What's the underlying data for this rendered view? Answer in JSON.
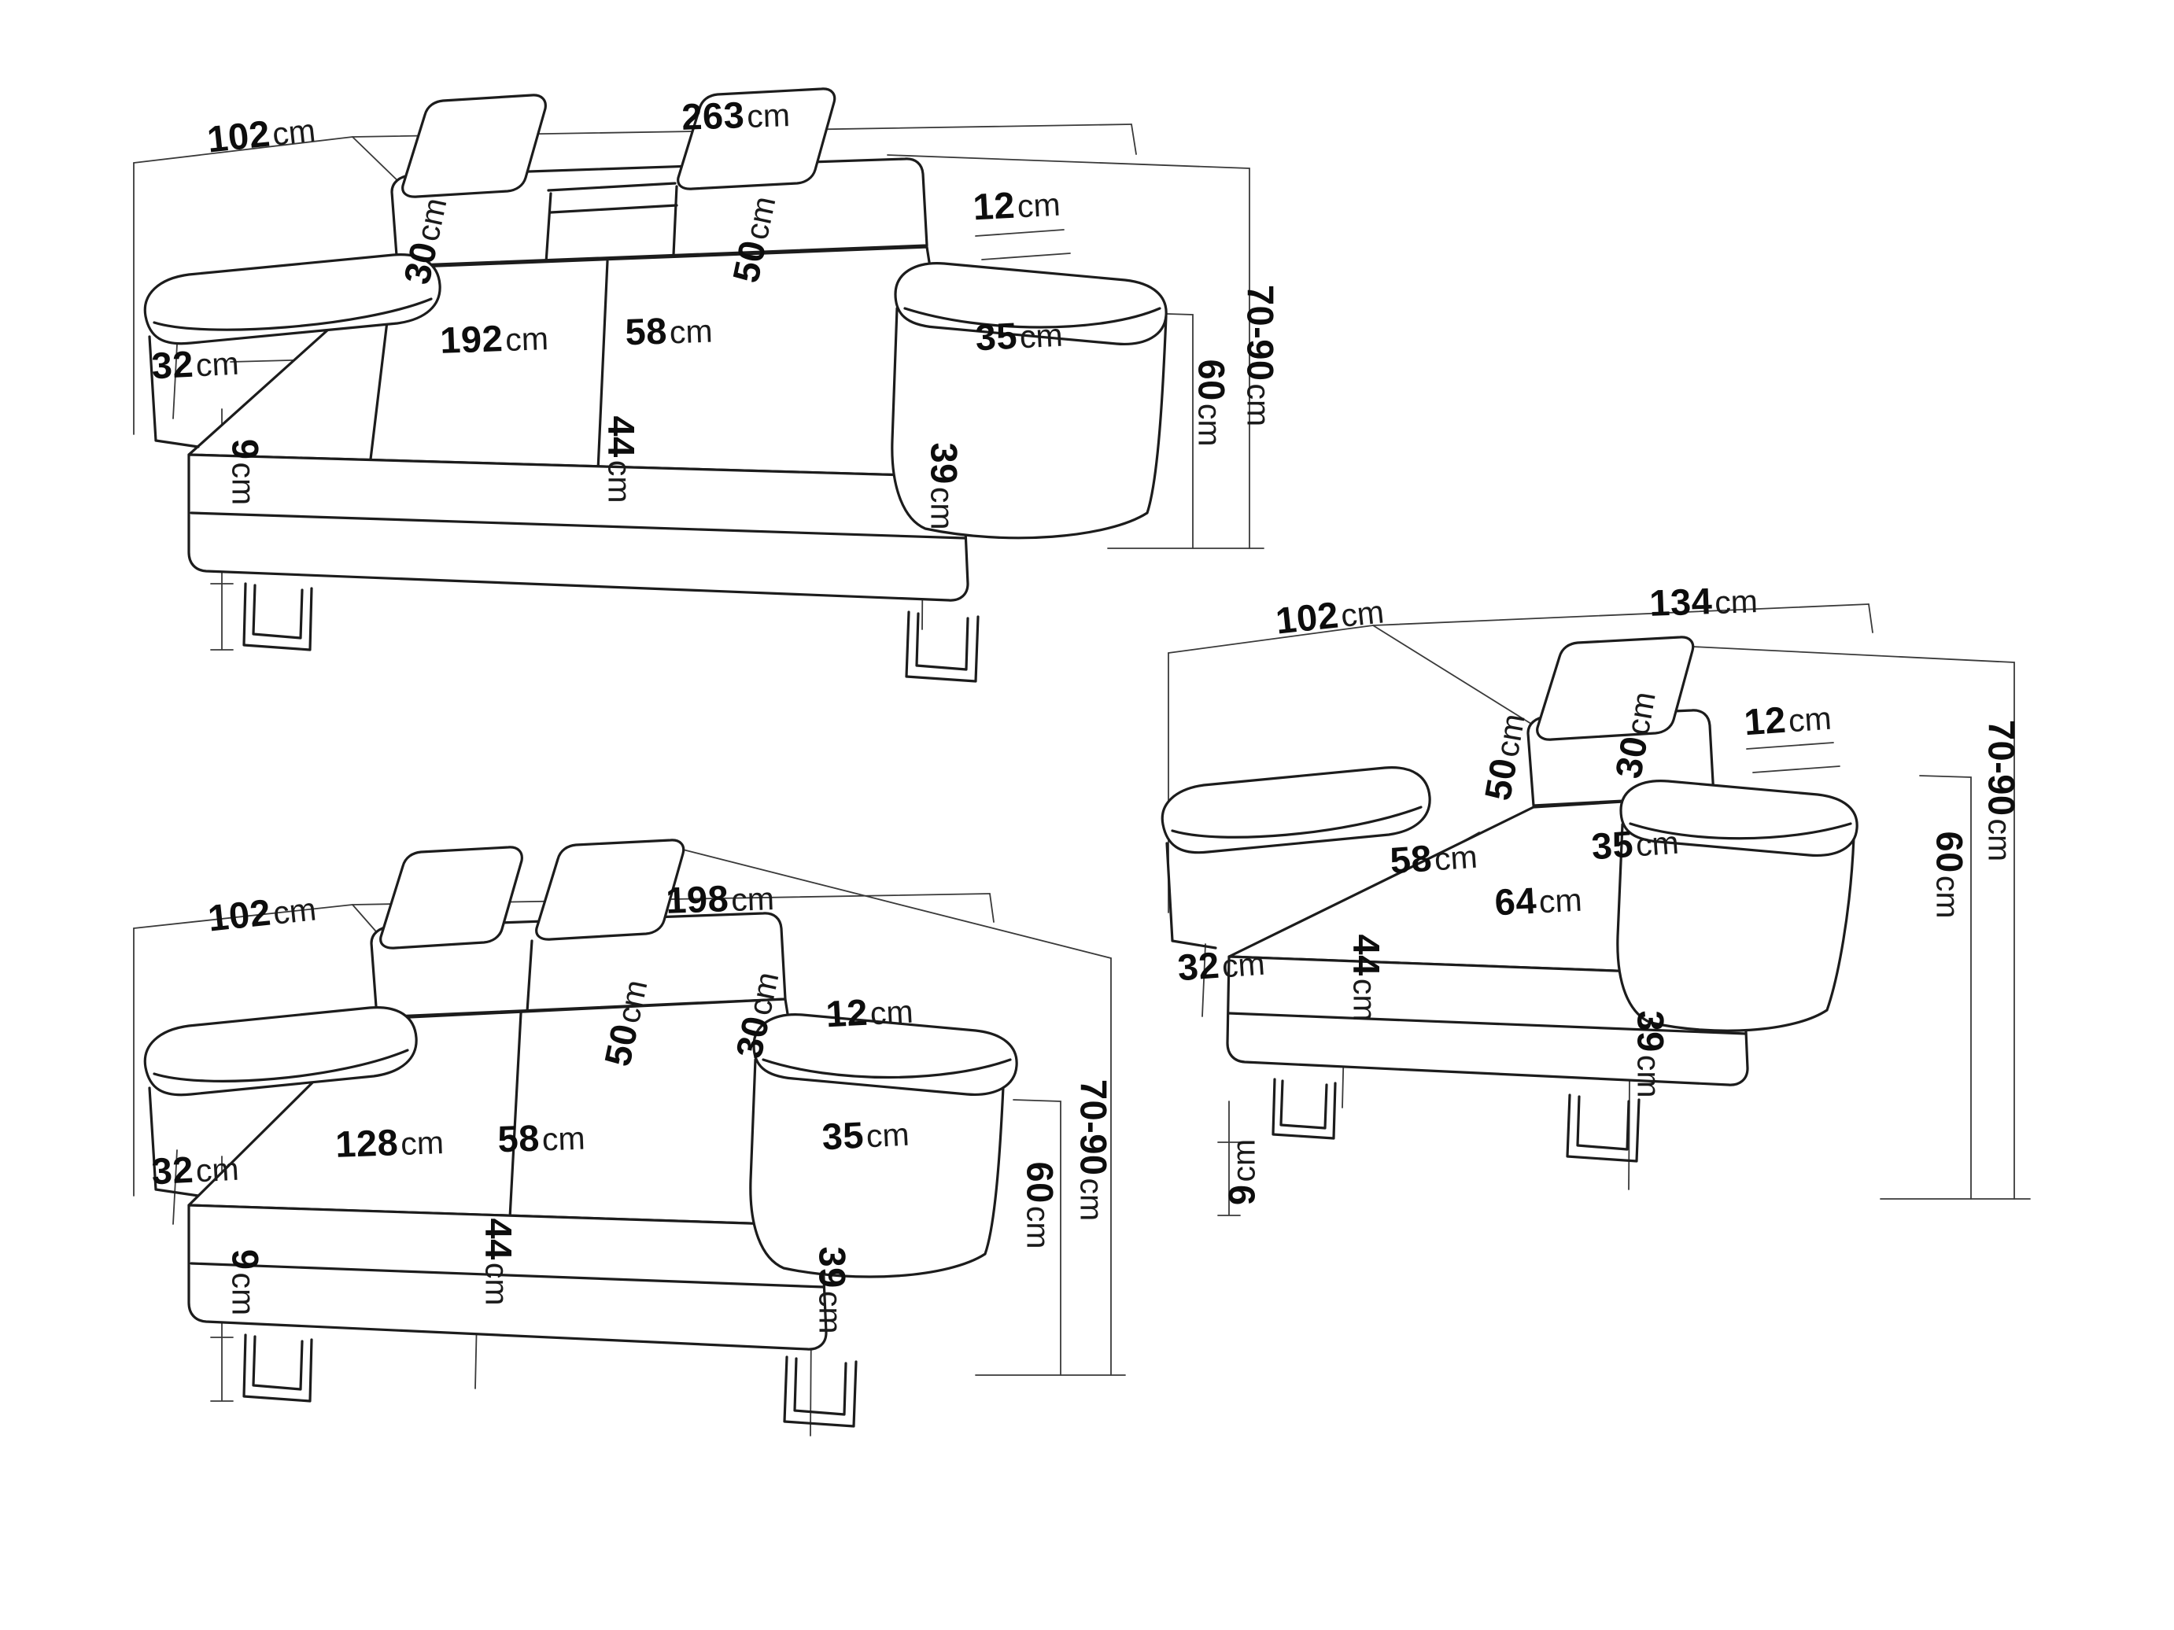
{
  "unit_label": "cm",
  "pieces": [
    {
      "name": "three-seater-sofa",
      "dims": {
        "depth": {
          "value": "102",
          "unit": "cm"
        },
        "width": {
          "value": "263",
          "unit": "cm"
        },
        "headrest_thickness": {
          "value": "12",
          "unit": "cm"
        },
        "height_range": {
          "value": "70-90",
          "unit": "cm"
        },
        "backrest_height": {
          "value": "60",
          "unit": "cm"
        },
        "headrest_height": {
          "value": "30",
          "unit": "cm"
        },
        "headrest_width": {
          "value": "50",
          "unit": "cm"
        },
        "seat_width": {
          "value": "192",
          "unit": "cm"
        },
        "seat_depth": {
          "value": "58",
          "unit": "cm"
        },
        "armrest_width": {
          "value": "35",
          "unit": "cm"
        },
        "arm_side_height": {
          "value": "32",
          "unit": "cm"
        },
        "leg_height": {
          "value": "9",
          "unit": "cm"
        },
        "seat_height": {
          "value": "44",
          "unit": "cm"
        },
        "armrest_front_height": {
          "value": "39",
          "unit": "cm"
        }
      }
    },
    {
      "name": "two-seater-sofa",
      "dims": {
        "depth": {
          "value": "102",
          "unit": "cm"
        },
        "width": {
          "value": "198",
          "unit": "cm"
        },
        "headrest_thickness": {
          "value": "12",
          "unit": "cm"
        },
        "height_range": {
          "value": "70-90",
          "unit": "cm"
        },
        "backrest_height": {
          "value": "60",
          "unit": "cm"
        },
        "headrest_height": {
          "value": "30",
          "unit": "cm"
        },
        "headrest_width": {
          "value": "50",
          "unit": "cm"
        },
        "seat_width": {
          "value": "128",
          "unit": "cm"
        },
        "seat_depth": {
          "value": "58",
          "unit": "cm"
        },
        "armrest_width": {
          "value": "35",
          "unit": "cm"
        },
        "arm_side_height": {
          "value": "32",
          "unit": "cm"
        },
        "leg_height": {
          "value": "9",
          "unit": "cm"
        },
        "seat_height": {
          "value": "44",
          "unit": "cm"
        },
        "armrest_front_height": {
          "value": "39",
          "unit": "cm"
        }
      }
    },
    {
      "name": "armchair",
      "dims": {
        "depth": {
          "value": "102",
          "unit": "cm"
        },
        "width": {
          "value": "134",
          "unit": "cm"
        },
        "headrest_thickness": {
          "value": "12",
          "unit": "cm"
        },
        "height_range": {
          "value": "70-90",
          "unit": "cm"
        },
        "backrest_height": {
          "value": "60",
          "unit": "cm"
        },
        "headrest_width": {
          "value": "50",
          "unit": "cm"
        },
        "headrest_height": {
          "value": "30",
          "unit": "cm"
        },
        "seat_depth": {
          "value": "58",
          "unit": "cm"
        },
        "seat_width": {
          "value": "64",
          "unit": "cm"
        },
        "armrest_width": {
          "value": "35",
          "unit": "cm"
        },
        "arm_side_height": {
          "value": "32",
          "unit": "cm"
        },
        "seat_height": {
          "value": "44",
          "unit": "cm"
        },
        "armrest_front_height": {
          "value": "39",
          "unit": "cm"
        },
        "leg_height": {
          "value": "9",
          "unit": "cm"
        }
      }
    }
  ]
}
